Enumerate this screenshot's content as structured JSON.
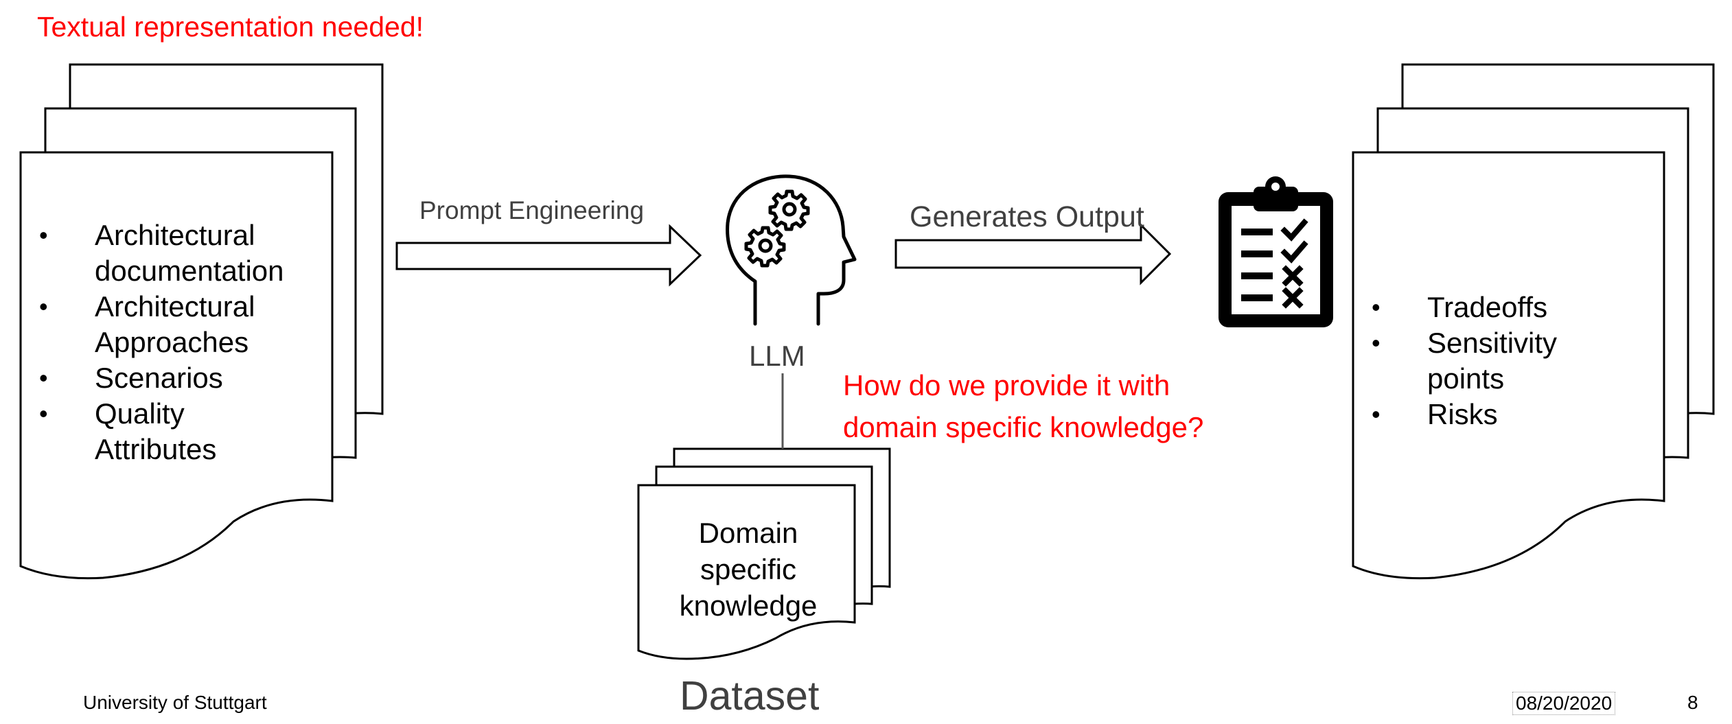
{
  "slide": {
    "warning_note": "Textual representation needed!",
    "input_documents": {
      "items": [
        "Architectural documentation",
        "Architectural Approaches",
        "Scenarios",
        "Quality Attributes"
      ]
    },
    "prompt_arrow_label": "Prompt Engineering",
    "llm": {
      "icon": "brain-gears-head-icon",
      "label": "LLM"
    },
    "output_arrow_label": "Generates Output",
    "clipboard_icon": "clipboard-checklist-icon",
    "output_documents": {
      "items": [
        "Tradeoffs",
        "Sensitivity points",
        "Risks"
      ]
    },
    "question_note": {
      "line1": "How do we provide it with",
      "line2": "domain specific knowledge?"
    },
    "dataset": {
      "doc_line1": "Domain",
      "doc_line2": "specific",
      "doc_line3": "knowledge",
      "label": "Dataset"
    },
    "footer": {
      "institution": "University of Stuttgart",
      "date": "08/20/2020",
      "page_number": "8"
    },
    "colors": {
      "note_red": "#ff0000",
      "text_dark": "#404040",
      "stroke": "#000000"
    }
  }
}
